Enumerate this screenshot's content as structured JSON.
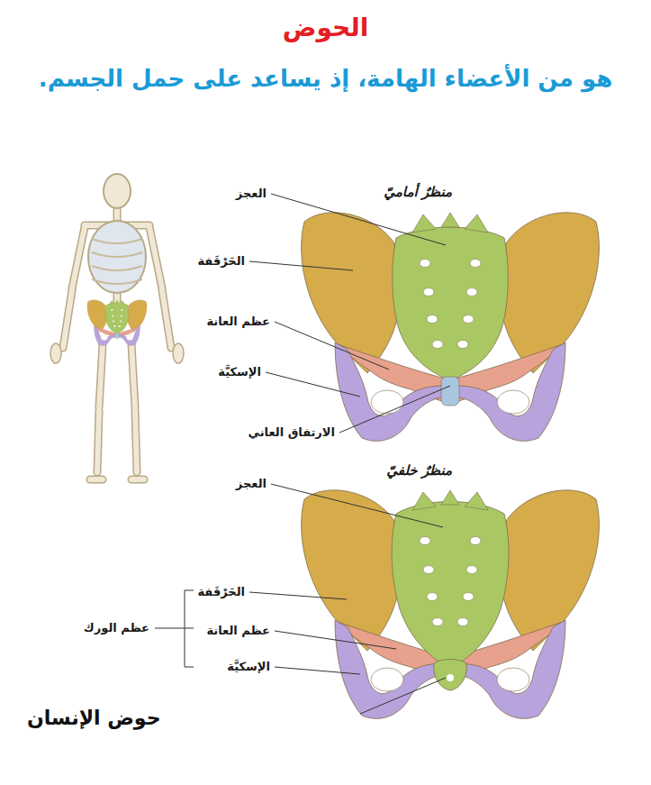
{
  "diagram": {
    "title": "الحوض",
    "caption": "حوض الإنسان",
    "labels": [
      "هو من الأعضاء الهامة، إذ يساعد على حمل الجسم.",
      "منظرٌ أماميّ",
      "العجز",
      "الحَرْقَفة",
      "عظم العانة",
      "الإسكيَّة",
      "الارتفاق العاني",
      "منظرٌ خلفيّ",
      "العجز",
      "الحَرْقَفة",
      "عظم العانة",
      "الإسكيَّة",
      "عظم الورك"
    ]
  }
}
